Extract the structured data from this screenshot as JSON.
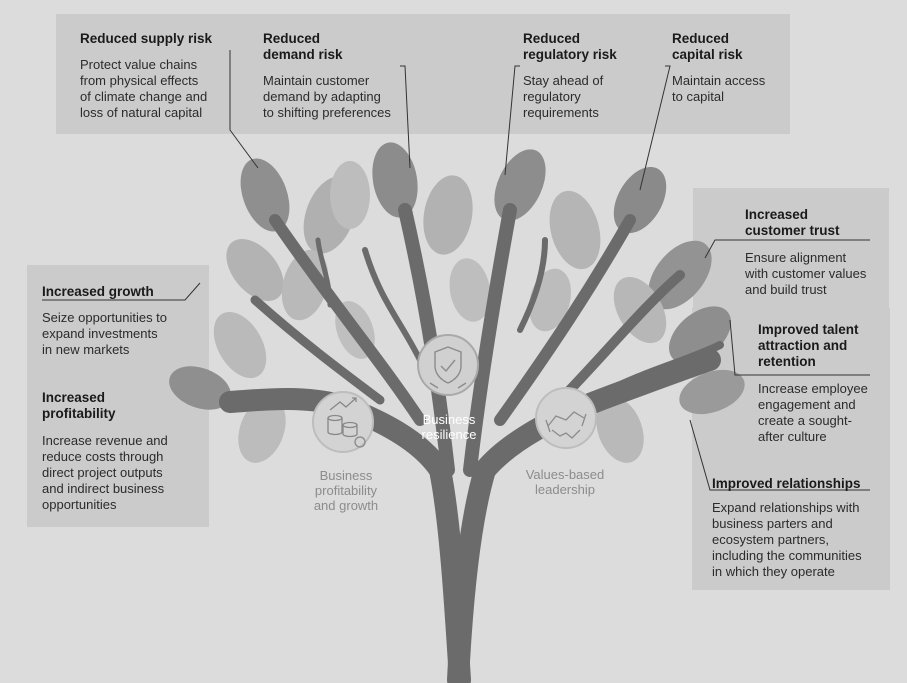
{
  "colors": {
    "background": "#dcdcdc",
    "panel": "#cbcbcb",
    "trunk": "#6b6b6b",
    "leaf_dark": "#8a8a8a",
    "leaf_light": "#b4b4b4",
    "hub_circle": "#d2d2d2"
  },
  "benefits": [
    {
      "title": "Reduced supply risk",
      "description": "Protect value chains\nfrom physical effects\nof climate change and\nloss of natural capital"
    },
    {
      "title": "Reduced\ndemand risk",
      "description": "Maintain customer\ndemand by adapting\nto shifting preferences"
    },
    {
      "title": "Reduced\nregulatory risk",
      "description": "Stay ahead of\nregulatory\nrequirements"
    },
    {
      "title": "Reduced\ncapital risk",
      "description": "Maintain access\nto capital"
    },
    {
      "title": "Increased\ncustomer trust",
      "description": "Ensure alignment\nwith customer values\nand build trust"
    },
    {
      "title": "Improved talent\nattraction and\nretention",
      "description": "Increase employee\nengagement and\ncreate a sought-\nafter culture"
    },
    {
      "title": "Improved relationships",
      "description": "Expand relationships with\nbusiness parters and\necosystem partners,\nincluding the communities\nin which they operate"
    },
    {
      "title": "Increased growth",
      "description": "Seize opportunities to\nexpand investments\nin new markets"
    },
    {
      "title": "Increased\nprofitability",
      "description": "Increase revenue and\nreduce costs through\ndirect project outputs\nand indirect business\nopportunities"
    }
  ],
  "hubs": [
    {
      "label": "Business\nprofitability\nand growth",
      "icon": "coins-growth-icon"
    },
    {
      "label": "Business\nresilience",
      "icon": "shield-check-icon"
    },
    {
      "label": "Values-based\nleadership",
      "icon": "handshake-icon"
    }
  ]
}
